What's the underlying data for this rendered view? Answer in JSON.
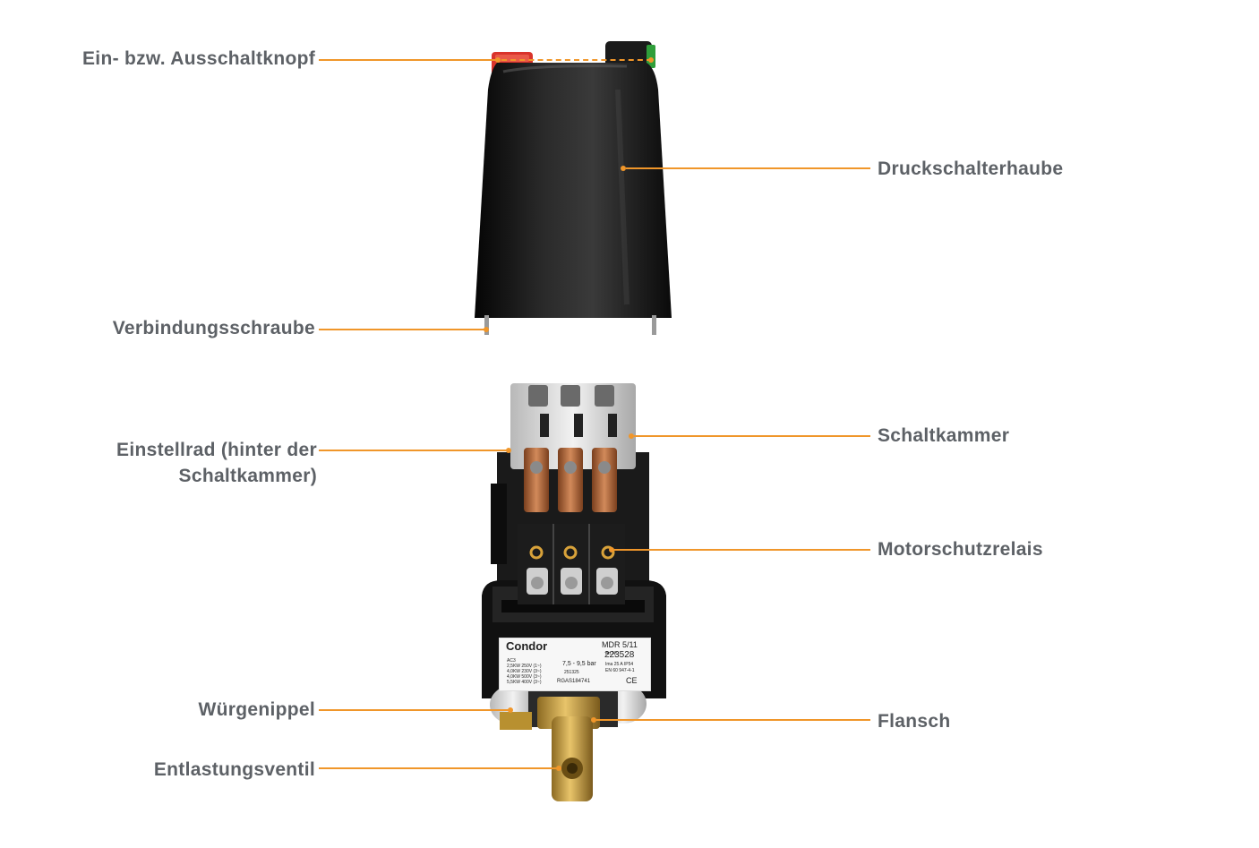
{
  "labels": {
    "ein_aus": "Ein- bzw. Ausschaltknopf",
    "haube": "Druckschalterhaube",
    "schraube": "Verbindungsschraube",
    "einstellrad_1": "Einstellrad (hinter der",
    "einstellrad_2": "Schaltkammer)",
    "schaltkammer": "Schaltkammer",
    "motorschutz": "Motorschutzrelais",
    "wuergenippel": "Würgenippel",
    "flansch": "Flansch",
    "entlastung": "Entlastungsventil"
  },
  "nameplate": {
    "brand": "Condor",
    "model": "MDR 5/11",
    "art_label": "Art.Nr.",
    "art_nr": "223528",
    "ac": "AC3",
    "rating_1": "2,5KW 250V (1~)",
    "rating_2": "4,0KW 230V (3~)",
    "rating_3": "4,0KW 500V (3~)",
    "rating_4": "5,5KW 400V (3~)",
    "pressure": "7,5 - 9,5 bar",
    "code_1": "251325",
    "code_2": "RGAS184741",
    "ie": "Ima 25 A   IP54",
    "norm": "EN 60 947-4-1",
    "ce": "CE"
  },
  "colors": {
    "accent": "#f0962a",
    "label_text": "#5d6166",
    "red_button": "#d9332b",
    "green_button": "#2f9e3a",
    "cover_black": "#141414",
    "brass": "#c9a24a",
    "copper": "#b06a3a"
  }
}
